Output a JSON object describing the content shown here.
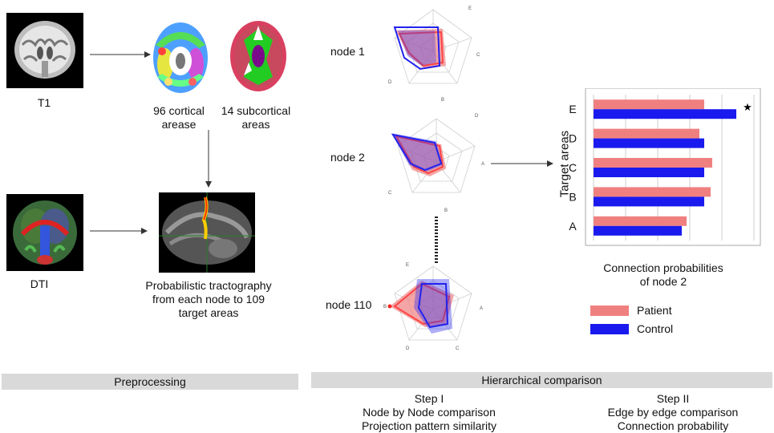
{
  "preprocessing": {
    "t1_label": "T1",
    "dti_label": "DTI",
    "cortical_label": "96 cortical\narease",
    "subcortical_label": "14 subcortical\nareas",
    "tractography_label": "Probabilistic tractography\nfrom each node to 109\ntarget areas"
  },
  "nodes": {
    "node1_label": "node 1",
    "node2_label": "node 2",
    "node110_label": "node 110",
    "axis_letters": [
      "A",
      "B",
      "C",
      "D",
      "E"
    ]
  },
  "legend": {
    "patient": "Patient",
    "control": "Control",
    "patient_color": "#f08080",
    "control_color": "#1a1aee"
  },
  "chart_data": {
    "type": "bar",
    "orientation": "horizontal",
    "title": "Connection probabilities\nof node 2",
    "ylabel": "Target areas",
    "categories": [
      "A",
      "B",
      "C",
      "D",
      "E"
    ],
    "series": [
      {
        "name": "Patient",
        "values": [
          0.58,
          0.73,
          0.74,
          0.66,
          0.69
        ]
      },
      {
        "name": "Control",
        "values": [
          0.55,
          0.69,
          0.69,
          0.69,
          0.89
        ]
      }
    ],
    "xlim": [
      0,
      1
    ],
    "significance_marker": "★",
    "significance_category": "E"
  },
  "sections": {
    "preprocessing_title": "Preprocessing",
    "hierarchical_title": "Hierarchical comparison",
    "step1_lines": [
      "Step I",
      "Node by Node comparison",
      "Projection pattern similarity"
    ],
    "step2_lines": [
      "Step II",
      "Edge by edge comparison",
      "Connection probability"
    ]
  }
}
